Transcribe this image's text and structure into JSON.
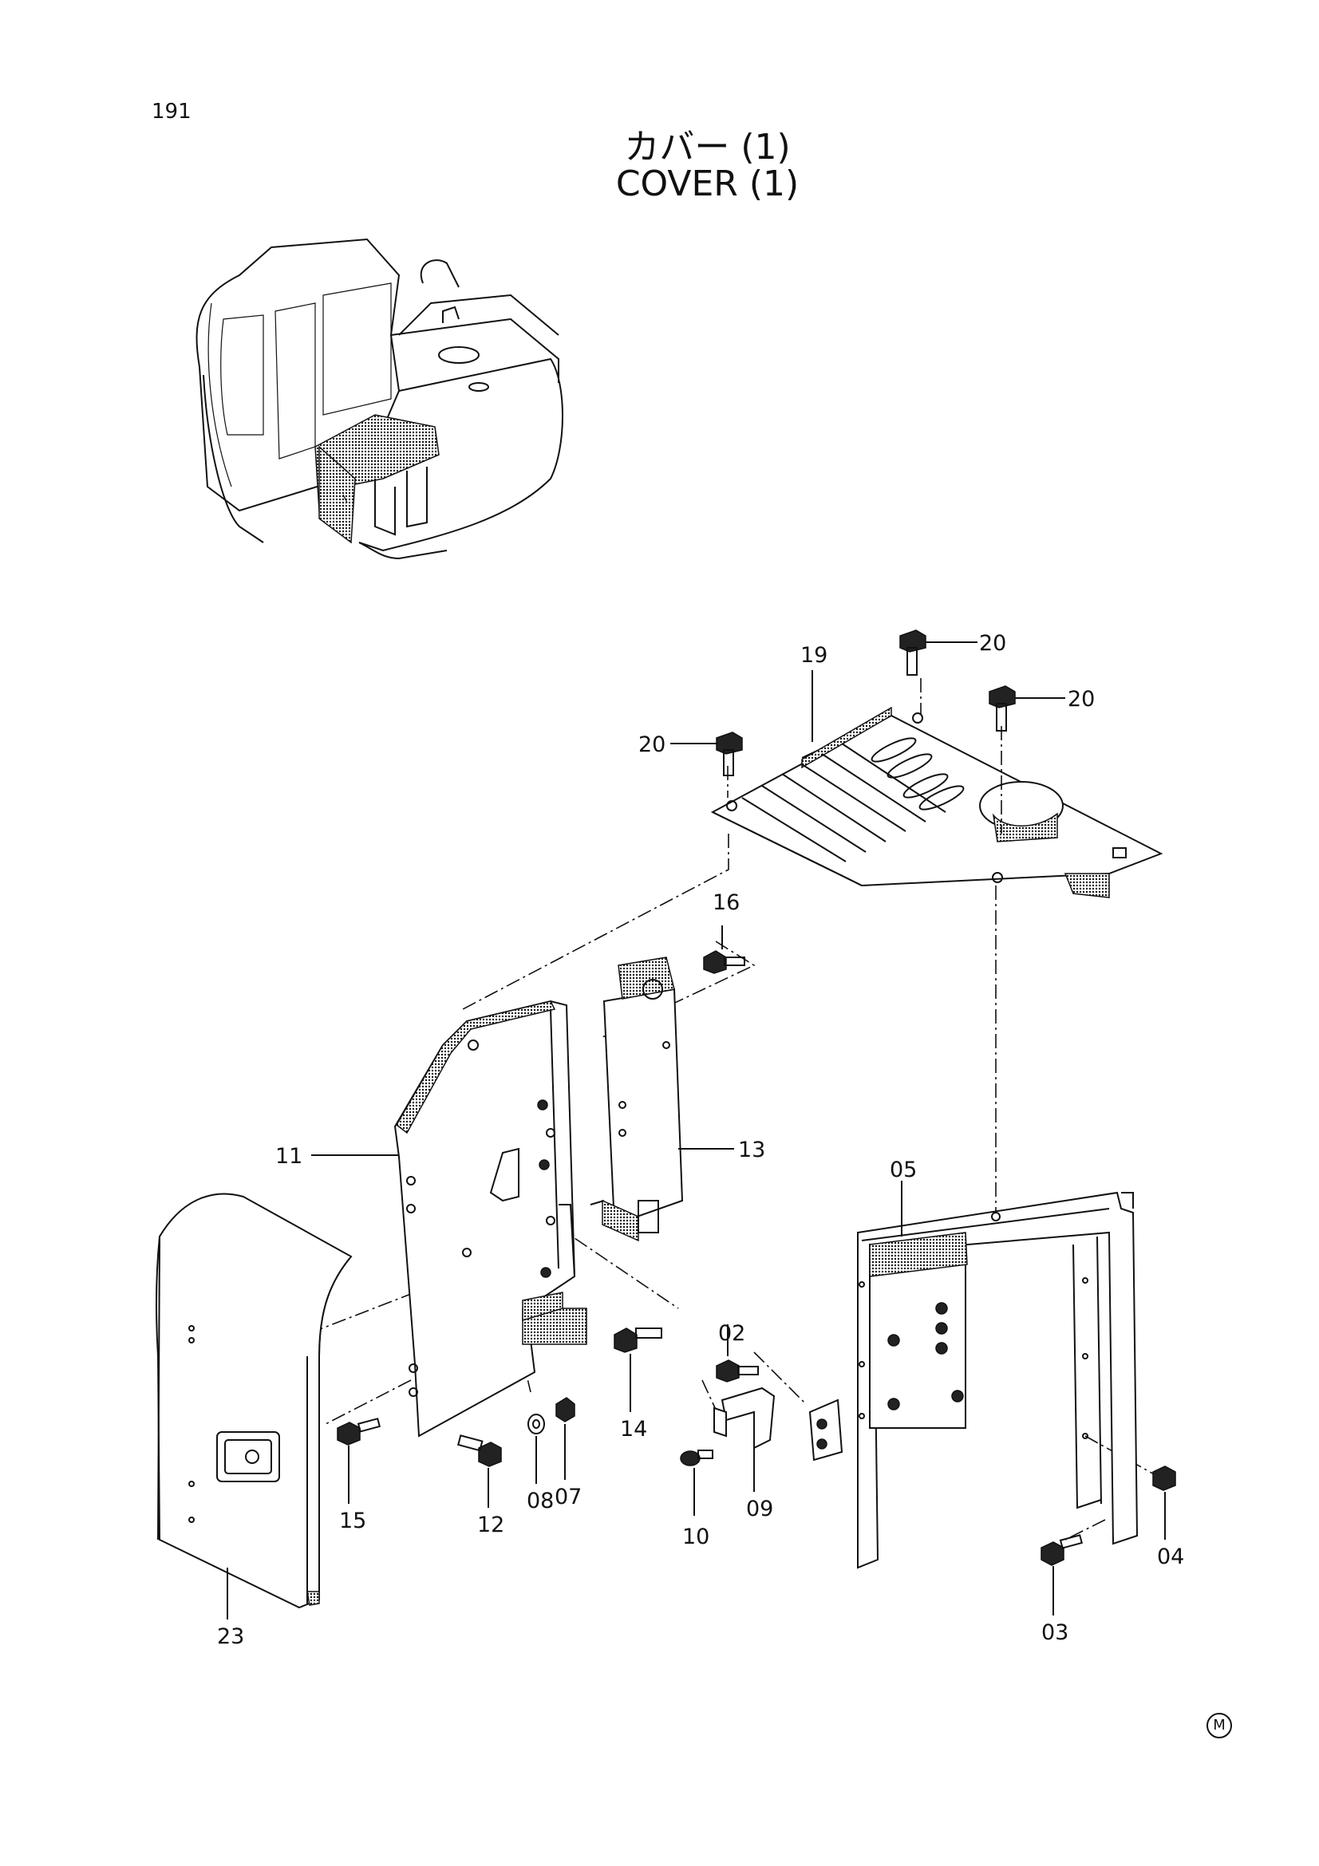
{
  "page_number": "191",
  "title_ja": "カバー (1)",
  "title_en": "COVER (1)",
  "callouts": [
    "02",
    "03",
    "04",
    "05",
    "07",
    "08",
    "09",
    "10",
    "11",
    "12",
    "13",
    "14",
    "15",
    "16",
    "19",
    "20",
    "20",
    "20",
    "23"
  ],
  "mark": "M"
}
